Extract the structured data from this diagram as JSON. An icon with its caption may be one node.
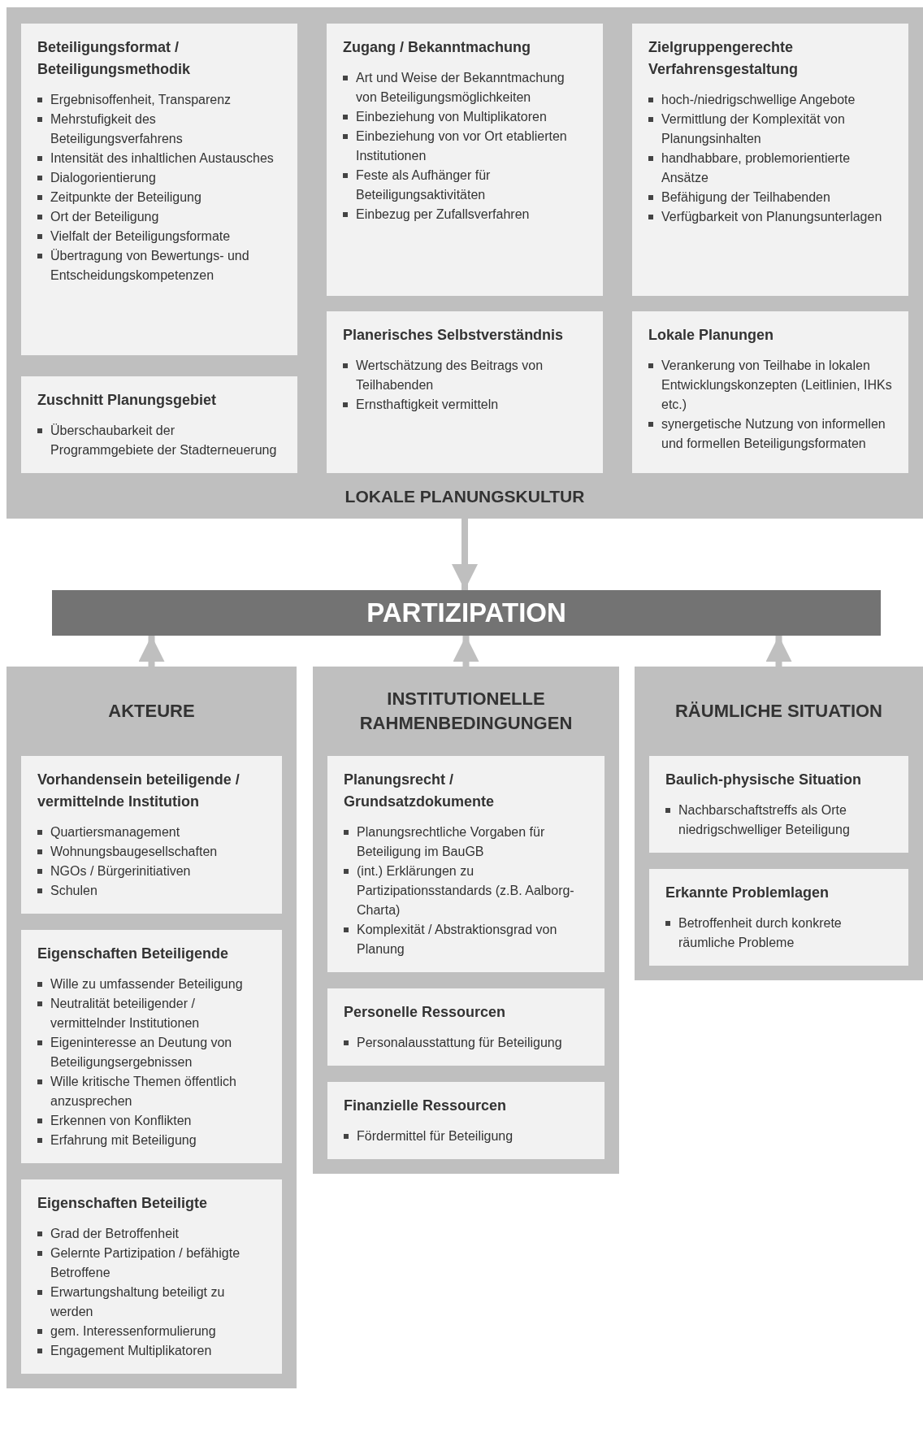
{
  "diagram": {
    "nodes": [
      {
        "text": [
          "LOKALE PLANUNGSKULTUR"
        ]
      },
      {
        "text": [
          "Beteiligungsformat / Beteiligungsmethodik",
          "Ergebnisoffenheit, Transparenz",
          "Mehrstufigkeit des Beteiligungsverfahrens",
          "Intensität des inhaltlichen Austausches",
          "Dialogorientierung",
          "Zeitpunkte der Beteiligung",
          "Ort der Beteiligung",
          "Vielfalt der Beteiligungsformate",
          "Übertragung von Bewertungs- und Entscheidungskompetenzen"
        ],
        "in": 0
      },
      {
        "text": [
          "Zugang / Bekanntmachung",
          "Art und Weise der Bekanntmachung von Beteiligungsmöglichkeiten",
          "Einbeziehung von Multiplikatoren",
          "Einbeziehung von vor Ort etablierten Institutionen",
          "Feste als Aufhänger für Beteiligungsaktivitäten",
          "Einbezug per Zufallsverfahren"
        ],
        "in": 0
      },
      {
        "text": [
          "Zielgruppengerechte Verfahrensgestaltung",
          "hoch-/niedrigschwellige Angebote",
          "Vermittlung der Komplexität von Planungsinhalten",
          "handhabbare, problemorientierte Ansätze",
          "Befähigung der Teilhabenden",
          "Verfügbarkeit von Planungsunterlagen"
        ],
        "in": 0
      },
      {
        "text": [
          "Planerisches Selbstverständnis",
          "Wertschätzung des Beitrags von Teilhabenden",
          "Ernsthaftigkeit vermitteln"
        ],
        "in": 0
      },
      {
        "text": [
          "Lokale Planungen",
          "Verankerung von Teilhabe in lokalen Entwicklungskonzepten (Leitlinien, IHKs etc.)",
          "synergetische Nutzung von informellen und formellen Beteiligungsformaten"
        ],
        "in": 0
      },
      {
        "text": [
          "Zuschnitt Planungsgebiet",
          "Überschaubarkeit der Programmgebiete der Stadterneuerung"
        ],
        "in": 0
      },
      {
        "text": [
          "PARTIZIPATION"
        ]
      },
      {
        "text": [
          "AKTEURE"
        ]
      },
      {
        "text": [
          "Vorhandensein beteiligende / vermittelnde Institution",
          "Quartiersmanagement",
          "Wohnungsbaugesellschaften",
          "NGOs / Bürgerinitiativen",
          "Schulen"
        ],
        "in": 8
      },
      {
        "text": [
          "Eigenschaften Beteiligende",
          "Wille zu umfassender Beteiligung",
          "Neutralität beteiligender / vermittelnder Institutionen",
          "Eigeninteresse an Deutung von Beteiligungsergebnissen",
          "Wille kritische Themen öffentlich anzusprechen",
          "Erkennen von Konflikten",
          "Erfahrung mit Beteiligung"
        ],
        "in": 8
      },
      {
        "text": [
          "Eigenschaften Beteiligte",
          "Grad der Betroffenheit",
          "Gelernte Partizipation / befähigte Betroffene",
          "Erwartungshaltung beteiligt zu werden",
          "gem. Interessenformulierung",
          "Engagement Multiplikatoren"
        ],
        "in": 8
      },
      {
        "text": [
          "INSTITUTIONELLE RAHMENBEDINGUNGEN"
        ]
      },
      {
        "text": [
          "Planungsrecht / Grundsatzdokumente",
          "Planungsrechtliche Vorgaben für Beteiligung im BauGB",
          "(int.) Erklärungen zu Partizipationsstandards (z.B. Aalborg-Charta)",
          "Komplexität / Abstraktionsgrad von Planung"
        ],
        "in": 12
      },
      {
        "text": [
          "Personelle Ressourcen",
          "Personalausstattung für Beteiligung"
        ],
        "in": 12
      },
      {
        "text": [
          "Finanzielle Ressourcen",
          "Fördermittel für Beteiligung"
        ],
        "in": 12
      },
      {
        "text": [
          "RÄUMLICHE SITUATION"
        ]
      },
      {
        "text": [
          "Baulich-physische Situation",
          "Nachbarschaftstreffs als Orte niedrigschwelliger Beteiligung"
        ],
        "in": 16
      },
      {
        "text": [
          "Erkannte Problemlagen",
          "Betroffenheit durch konkrete räumliche Probleme"
        ],
        "in": 16
      }
    ],
    "edges": [
      {
        "from": 0,
        "to": 7,
        "arrow": "to"
      },
      {
        "from": 8,
        "to": 7,
        "arrow": "to"
      },
      {
        "from": 12,
        "to": 7,
        "arrow": "to"
      },
      {
        "from": 16,
        "to": 7,
        "arrow": "to"
      }
    ]
  }
}
